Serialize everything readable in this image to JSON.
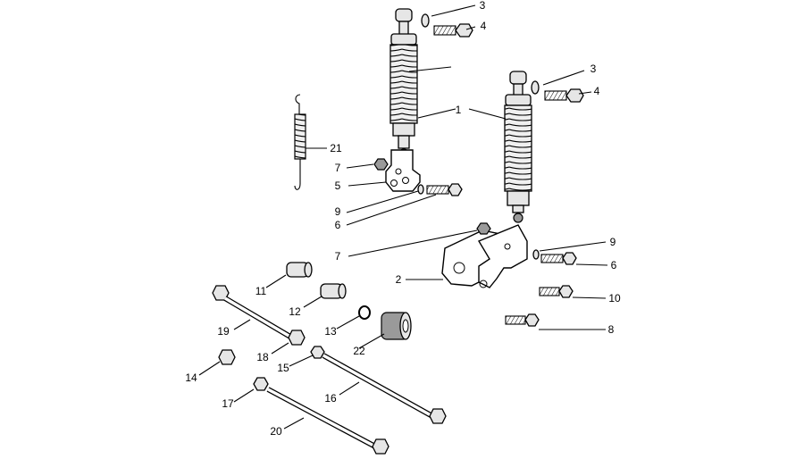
{
  "callouts": {
    "c1": "1",
    "c2": "2",
    "c3a": "3",
    "c3b": "3",
    "c4a": "4",
    "c4b": "4",
    "c5": "5",
    "c6a": "6",
    "c6b": "6",
    "c7a": "7",
    "c7b": "7",
    "c8": "8",
    "c9a": "9",
    "c9b": "9",
    "c10": "10",
    "c11": "11",
    "c12": "12",
    "c13": "13",
    "c14": "14",
    "c15": "15",
    "c16": "16",
    "c17": "17",
    "c18": "18",
    "c19": "19",
    "c20": "20",
    "c21": "21",
    "c22": "22"
  }
}
